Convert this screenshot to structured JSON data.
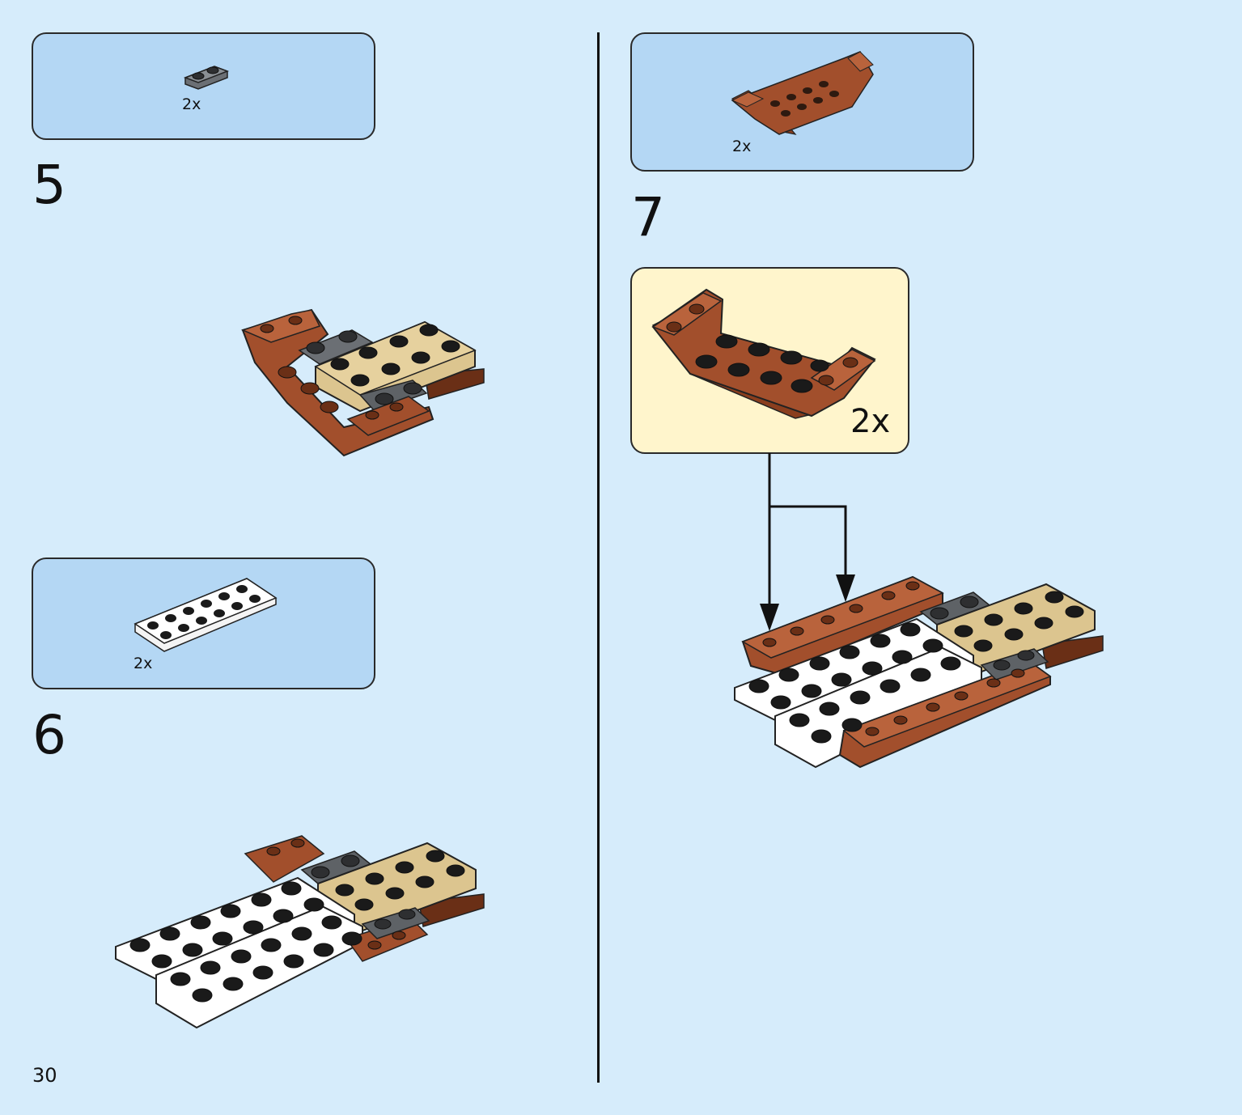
{
  "page": {
    "number": "30"
  },
  "colors": {
    "background": "#d6ecfb",
    "parts_box": "#b4d7f4",
    "callout_box": "#fff5cc",
    "brick_reddish_brown": "#a24f2c",
    "brick_dark_stone_grey": "#5e6266",
    "brick_tan": "#dcc58f",
    "brick_white": "#ffffff"
  },
  "steps": [
    {
      "number": "5",
      "parts": [
        {
          "qty": "2x",
          "part": "dark-grey-1x2-rounded-plate"
        }
      ]
    },
    {
      "number": "6",
      "parts": [
        {
          "qty": "2x",
          "part": "white-2x6-plate"
        }
      ]
    },
    {
      "number": "7",
      "parts": [
        {
          "qty": "2x",
          "part": "reddish-brown-inverted-double-slope"
        }
      ],
      "callout": {
        "qty": "2x",
        "part": "reddish-brown-inverted-double-slope"
      }
    }
  ]
}
